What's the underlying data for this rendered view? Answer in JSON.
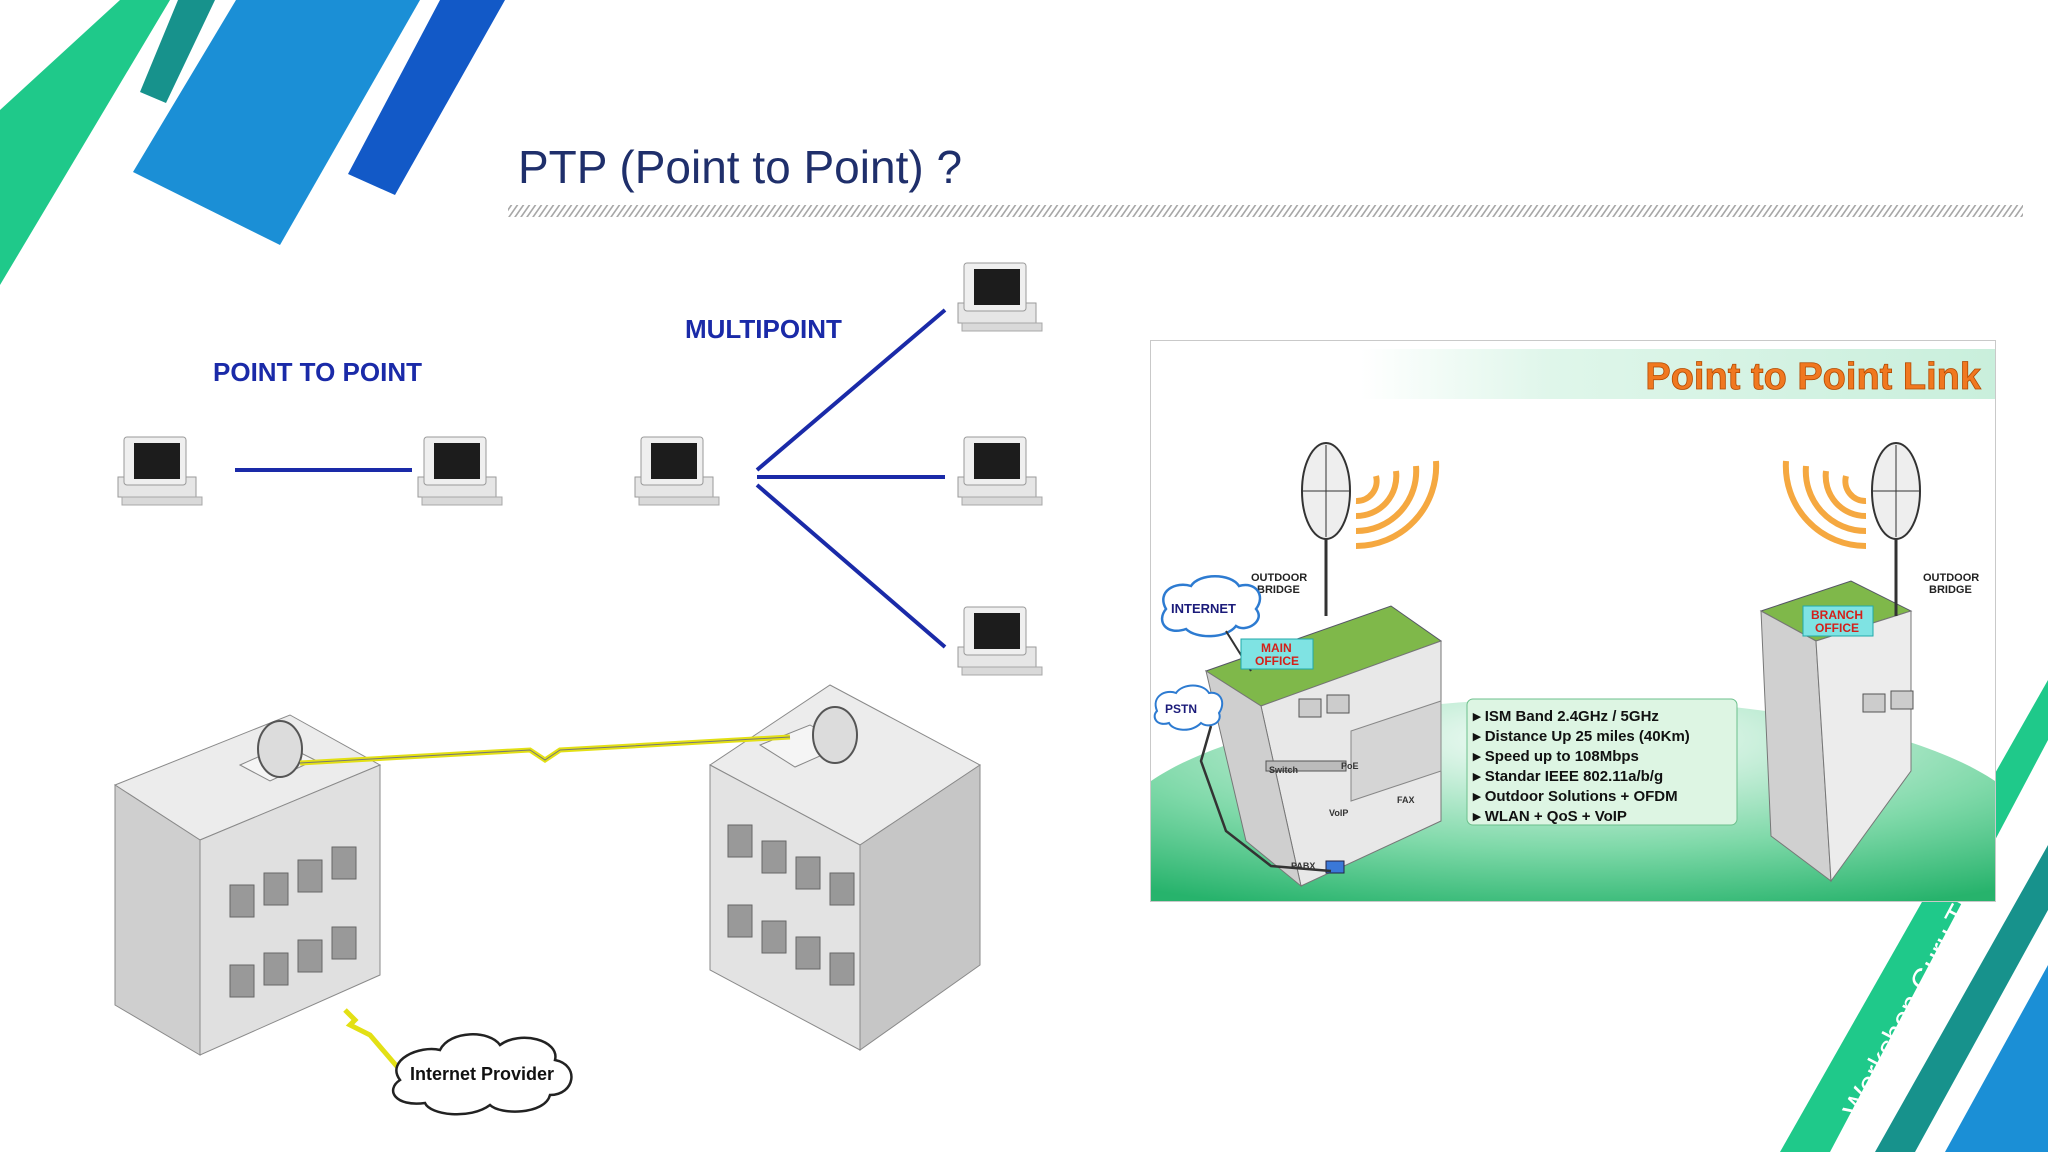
{
  "slide": {
    "title": "PTP (Point to Point) ?",
    "watermark": "Workshop Guru TK"
  },
  "left_diagram": {
    "point_to_point_label": "POINT TO POINT",
    "multipoint_label": "MULTIPOINT",
    "cloud_label": "Internet Provider"
  },
  "right_diagram": {
    "banner_title": "Point to Point Link",
    "outdoor_bridge_left": [
      "OUTDOOR",
      "BRIDGE"
    ],
    "outdoor_bridge_right": [
      "OUTDOOR",
      "BRIDGE"
    ],
    "internet_label": "INTERNET",
    "pstn_label": "PSTN",
    "main_office": [
      "MAIN",
      "OFFICE"
    ],
    "branch_office": [
      "BRANCH",
      "OFFICE"
    ],
    "device_labels": {
      "switch": "Switch",
      "poe": "PoE",
      "voip": "VoIP",
      "fax": "FAX",
      "pabx": "PABX"
    },
    "features": [
      "ISM Band 2.4GHz / 5GHz",
      "Distance Up 25 miles (40Km)",
      "Speed up to 108Mbps",
      "Standar IEEE 802.11a/b/g",
      "Outdoor Solutions + OFDM",
      "WLAN + QoS + VoIP"
    ]
  },
  "colors": {
    "title": "#1f2f6b",
    "green_accent": "#1fc98a",
    "teal_accent": "#17928c",
    "blue_accent": "#1b7fd1",
    "dark_blue_accent": "#1259c7",
    "diagram_label_blue": "#1a2aa8",
    "banner_orange": "#f07820"
  }
}
